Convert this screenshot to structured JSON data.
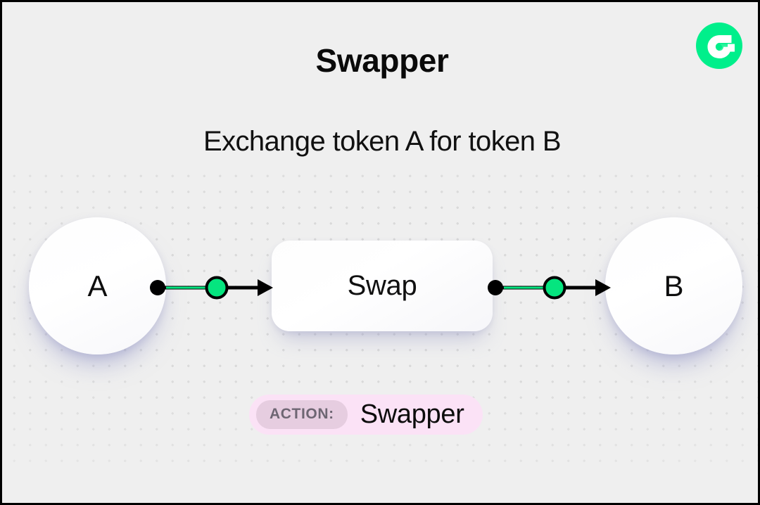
{
  "header": {
    "title": "Swapper",
    "subtitle": "Exchange token A for token B",
    "logo_icon": "flow-logo-icon"
  },
  "theme": {
    "background": "#efefef",
    "dot_color": "#d9d9d9",
    "accent_green": "#05e57f",
    "stroke_black": "#000000",
    "node_shadow": "#8a8ec4",
    "badge_bg": "#fbe2f6",
    "badge_key_bg": "#e6cde0",
    "badge_key_text": "#6e6673",
    "logo_green": "#00ef8b"
  },
  "diagram": {
    "type": "flow",
    "nodes": [
      {
        "id": "a",
        "label": "A",
        "shape": "circle"
      },
      {
        "id": "swap",
        "label": "Swap",
        "shape": "rounded-rect"
      },
      {
        "id": "b",
        "label": "B",
        "shape": "circle"
      }
    ],
    "edges": [
      {
        "id": "edge-left",
        "from": "a",
        "to": "swap",
        "arrow": "right",
        "has_midpoint_dot": true
      },
      {
        "id": "edge-right",
        "from": "swap",
        "to": "b",
        "arrow": "right",
        "has_midpoint_dot": true
      }
    ]
  },
  "action": {
    "key_label": "ACTION:",
    "value_label": "Swapper"
  }
}
